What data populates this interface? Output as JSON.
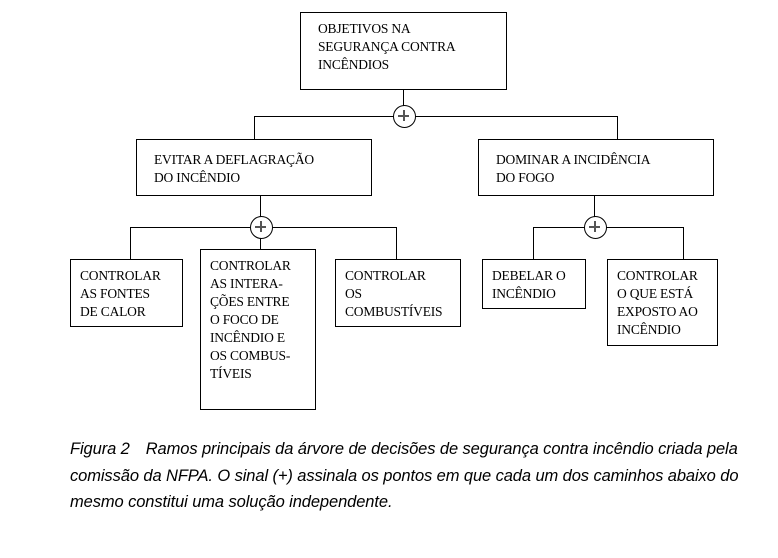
{
  "figure": {
    "title_node": {
      "id": "objetivos",
      "text": "OBJETIVOS NA\nSEGURANÇA CONTRA\nINCÊNDIOS"
    },
    "level2": [
      {
        "id": "evitar-deflagracao",
        "text": "EVITAR A DEFLAGRAÇÃO\nDO  INCÊNDIO"
      },
      {
        "id": "dominar-incidencia",
        "text": "DOMINAR A INCIDÊNCIA\nDO  FOGO"
      }
    ],
    "leaves_left": [
      {
        "id": "controlar-fontes-calor",
        "text": "CONTROLAR\nAS FONTES\nDE CALOR"
      },
      {
        "id": "controlar-interacoes",
        "text": "CONTROLAR\nAS INTERA-\nÇÕES ENTRE\nO  FOCO  DE\nINCÊNDIO E\nOS  COMBUS-\nTÍVEIS"
      },
      {
        "id": "controlar-combustiveis",
        "text": "CONTROLAR\nOS\nCOMBUSTÍVEIS"
      }
    ],
    "leaves_right": [
      {
        "id": "debelar-incendio",
        "text": "DEBELAR O\nINCÊNDIO"
      },
      {
        "id": "controlar-exposto",
        "text": "CONTROLAR\nO QUE ESTÁ\nEXPOSTO AO\nINCÊNDIO"
      }
    ],
    "operators": [
      {
        "id": "plus-root",
        "symbol": "+"
      },
      {
        "id": "plus-left",
        "symbol": "+"
      },
      {
        "id": "plus-right",
        "symbol": "+"
      }
    ],
    "colors": {
      "background": "#ffffff",
      "stroke": "#000000",
      "text": "#000000",
      "plus_glyph": "#555555"
    }
  },
  "caption": {
    "lead": "Figura 2",
    "body": "Ramos principais da árvore de decisões de segurança contra incêndio criada pela comissão da NFPA. O sinal (+) assinala os pontos em que cada um dos caminhos abaixo do mesmo constitui uma solução independente."
  }
}
